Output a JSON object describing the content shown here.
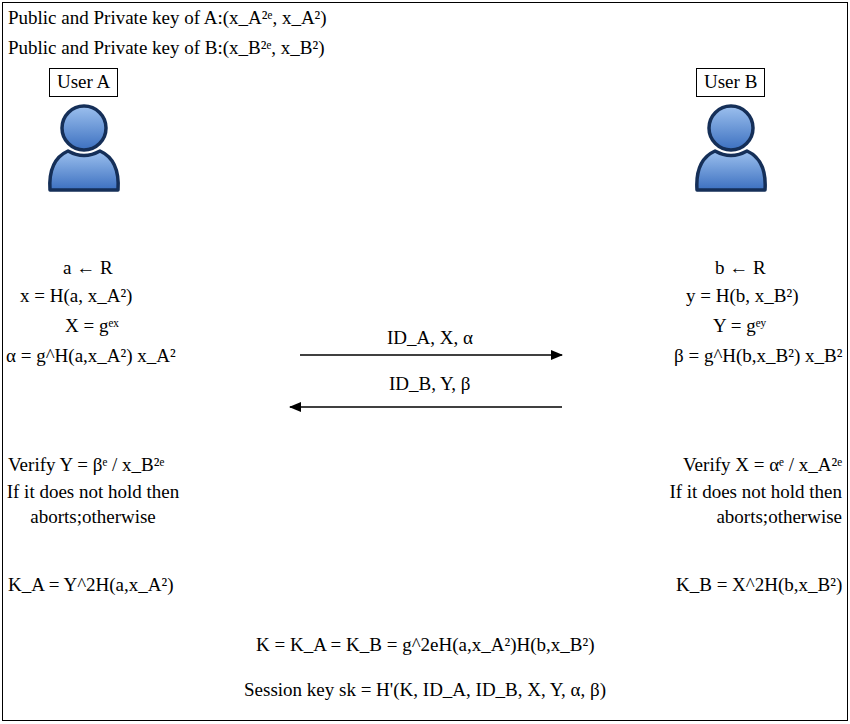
{
  "diagram": {
    "nodes": [
      {
        "text": [
          "User A"
        ]
      },
      {
        "text": [
          "User B"
        ]
      }
    ],
    "labels": [
      "Public and Private key of A:(x_A²ᵉ, x_A²)",
      "Public and Private key of B:(x_B²ᵉ, x_B²)",
      "a ← R",
      "x = H(a, x_A²)",
      "X = gᵉˣ",
      "α = g^H(a,x_A²) x_A²",
      "ID_A, X, α",
      "ID_B, Y, β",
      "b ← R",
      "y = H(b, x_B²)",
      "Y = gᵉʸ",
      "β = g^H(b,x_B²) x_B²",
      "Verify Y = βᵉ / x_B²ᵉ",
      "If it does not hold then aborts;otherwise",
      "Verify X = αᵉ / x_A²ᵉ",
      "If it does not hold then aborts;otherwise",
      "K_A = Y^2H(a,x_A²)",
      "K_B = X^2H(b,x_B²)",
      "K = K_A = K_B = g^2eH(a,x_A²)H(b,x_B²)",
      "Session key sk = H'(K, ID_A, ID_B, X, Y, α, β)"
    ]
  }
}
